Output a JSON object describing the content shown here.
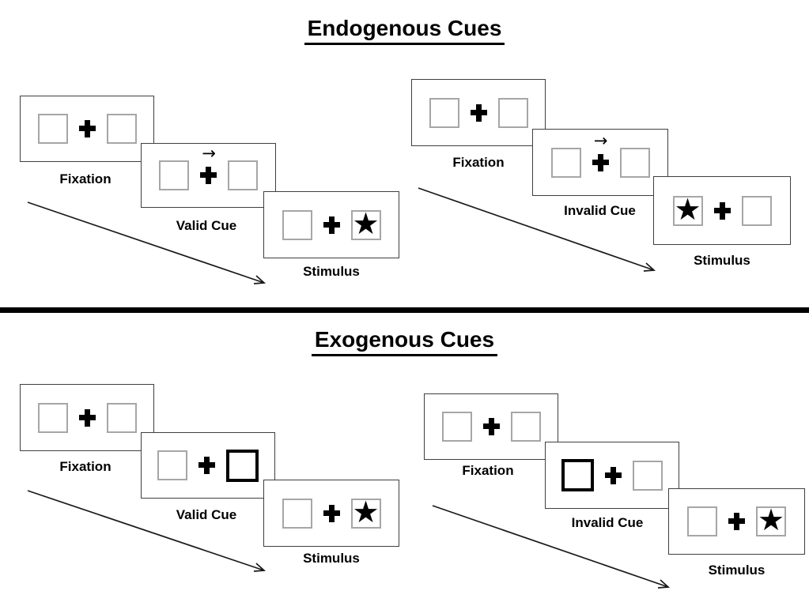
{
  "page": {
    "background": "#ffffff"
  },
  "colors": {
    "ink": "#000000",
    "panel_border": "#3f3f3f",
    "placeholder_box_border": "#a6a6a6",
    "bold_cue_box_border": "#000000",
    "divider": "#000000"
  },
  "glyphs": {
    "star": "★",
    "cue_arrow": "→"
  },
  "sections": [
    {
      "title": "Endogenous Cues",
      "groups": [
        {
          "name": "valid",
          "panels": [
            {
              "label": "Fixation",
              "cue": "none",
              "star": "none"
            },
            {
              "label": "Valid Cue",
              "cue": "arrow-right-above-cross",
              "star": "none"
            },
            {
              "label": "Stimulus",
              "cue": "none",
              "star": "right"
            }
          ]
        },
        {
          "name": "invalid",
          "panels": [
            {
              "label": "Fixation",
              "cue": "none",
              "star": "none"
            },
            {
              "label": "Invalid Cue",
              "cue": "arrow-right-above-cross",
              "star": "none"
            },
            {
              "label": "Stimulus",
              "cue": "none",
              "star": "left"
            }
          ]
        }
      ]
    },
    {
      "title": "Exogenous Cues",
      "groups": [
        {
          "name": "valid",
          "panels": [
            {
              "label": "Fixation",
              "cue": "none",
              "star": "none"
            },
            {
              "label": "Valid Cue",
              "cue": "bold-box-right",
              "star": "none"
            },
            {
              "label": "Stimulus",
              "cue": "none",
              "star": "right"
            }
          ]
        },
        {
          "name": "invalid",
          "panels": [
            {
              "label": "Fixation",
              "cue": "none",
              "star": "none"
            },
            {
              "label": "Invalid Cue",
              "cue": "bold-box-left",
              "star": "none"
            },
            {
              "label": "Stimulus",
              "cue": "none",
              "star": "right"
            }
          ]
        }
      ]
    }
  ]
}
